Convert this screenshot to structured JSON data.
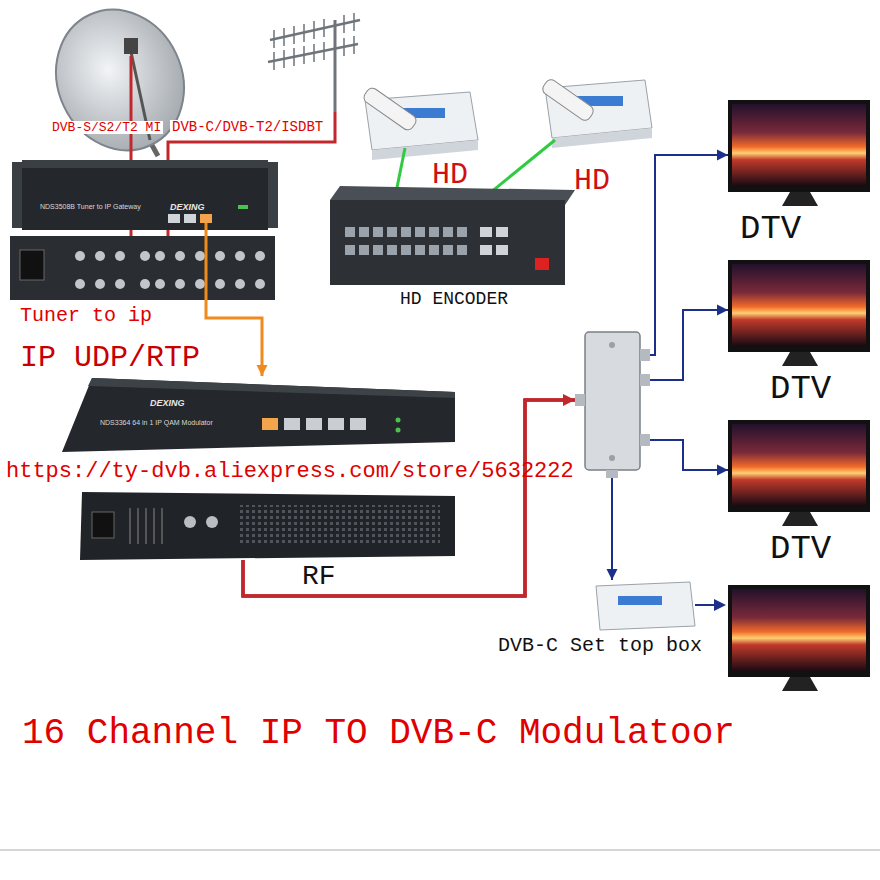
{
  "diagram": {
    "caption": "16 Channel IP TO DVB-C Modulatoor",
    "nodes": [
      {
        "text": [
          "NDS3508B Tuner to IP Gateway"
        ]
      },
      {
        "text": [
          "HD ENCODER"
        ]
      },
      {
        "text": [
          "NDS3364 64 in 1 IP QAM Modulator"
        ]
      },
      {
        "text": [
          "DTV"
        ]
      },
      {
        "text": [
          "DTV"
        ]
      },
      {
        "text": [
          "DTV"
        ]
      },
      {
        "text": [
          "DVB-C Set top box"
        ]
      }
    ],
    "edges": [
      {
        "from": 0,
        "to": 2,
        "arrow": "to",
        "label": "IP UDP/RTP"
      },
      {
        "from": 2,
        "to": 3,
        "arrow": "to",
        "label": "RF"
      },
      {
        "from": 2,
        "to": 4,
        "arrow": "to"
      },
      {
        "from": 2,
        "to": 5,
        "arrow": "to"
      },
      {
        "from": 2,
        "to": 6,
        "arrow": "to"
      }
    ],
    "labels": [
      "DVB-S/S2/T2 MI",
      "DVB-C/DVB-T2/ISDBT",
      "HD",
      "HD",
      "DEXING",
      "Tuner to ip",
      "DEXING",
      "https://ty-dvb.aliexpress.com/store/5632222"
    ]
  }
}
